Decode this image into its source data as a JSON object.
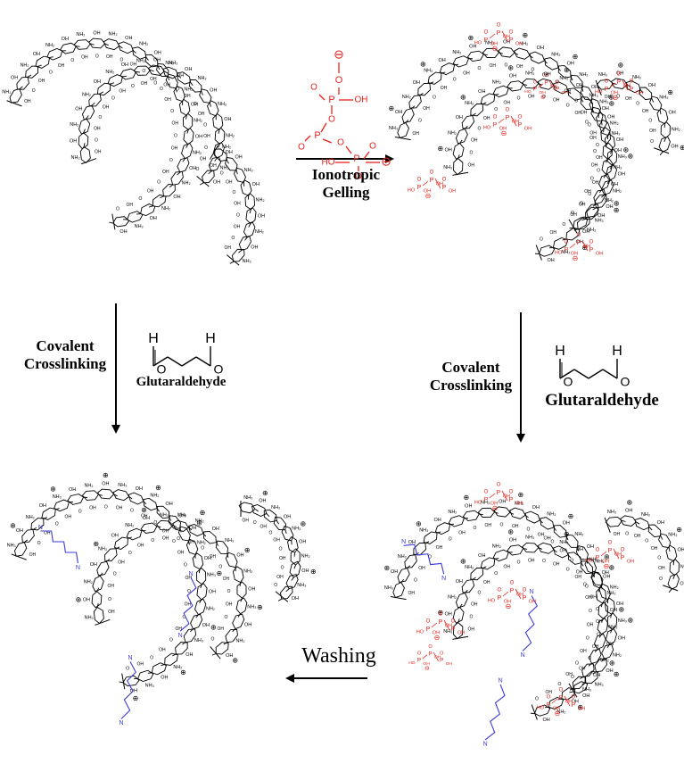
{
  "steps": {
    "ionotropic": {
      "line1": "Ionotropic",
      "line2": "Gelling"
    },
    "covalent_left": {
      "line1": "Covalent",
      "line2": "Crosslinking",
      "reagent": "Glutaraldehyde"
    },
    "covalent_right": {
      "line1": "Covalent",
      "line2": "Crosslinking",
      "reagent": "Glutaraldehyde"
    },
    "washing": {
      "label": "Washing"
    }
  },
  "reagent_structures": {
    "glutaraldehyde": {
      "atom_H": "H",
      "atom_O": "O"
    },
    "tripolyphosphate": {
      "atom_P": "P",
      "atom_O": "O",
      "group_OH": "OH",
      "group_HO": "HO",
      "charge": "⊖"
    }
  },
  "chain_labels": {
    "amine": "NH₂",
    "ammonium": "NH₃",
    "hydroxyl": "OH",
    "oxygen": "O",
    "imine_N": "N",
    "plus": "⊕",
    "minus": "⊖"
  },
  "colors": {
    "chitosan": "#000000",
    "tpp": "#e8221b",
    "crosslink": "#3a3ad8",
    "background": "#ffffff"
  },
  "panels": [
    "chitosan-chains",
    "ionically-gelled-chitosan",
    "covalently-crosslinked-chitosan",
    "dual-crosslinked-chitosan"
  ]
}
